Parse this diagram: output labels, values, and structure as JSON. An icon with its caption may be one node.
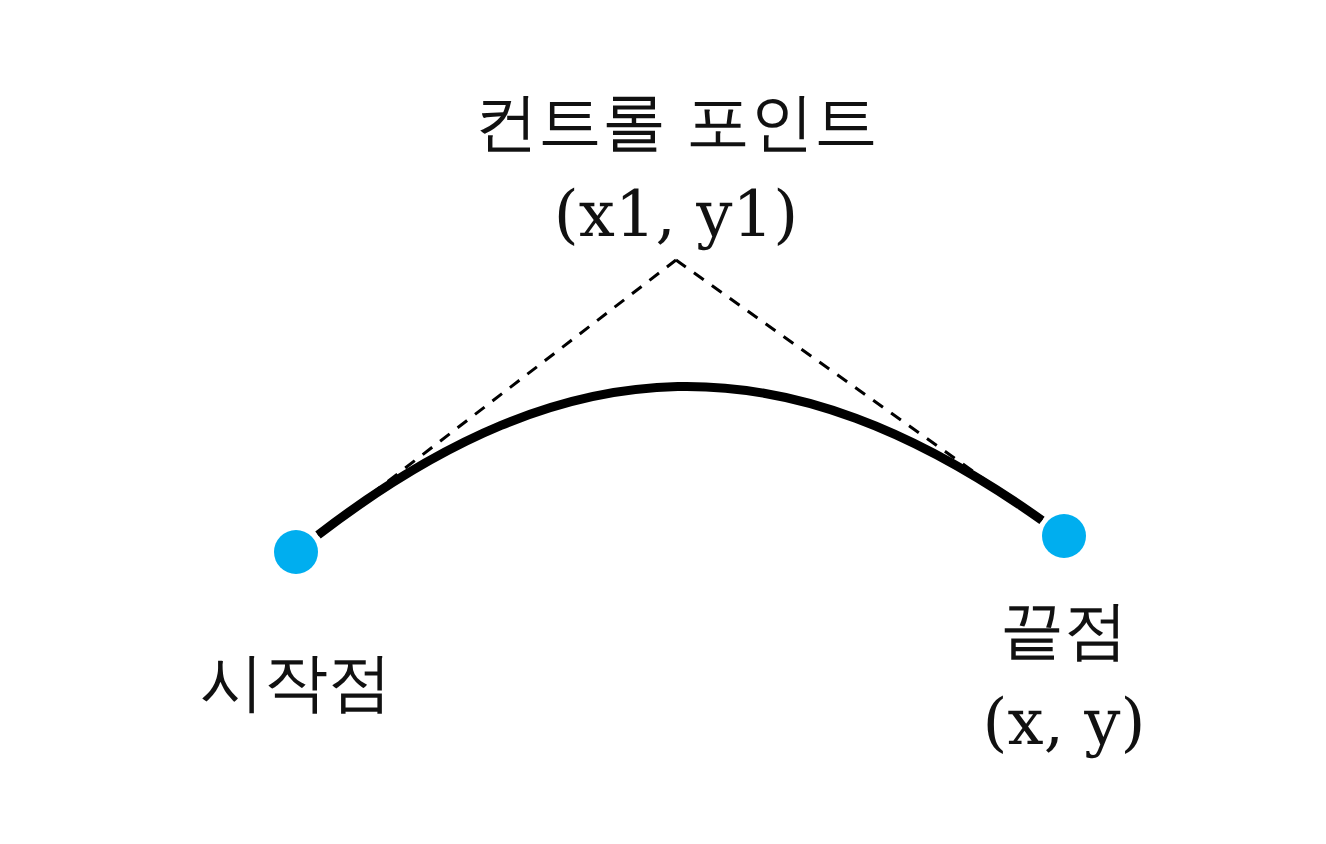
{
  "diagram": {
    "nodes": [
      {
        "text": [],
        "shape": "circle",
        "beside": [
          "시작점"
        ]
      },
      {
        "text": [
          "컨트롤 포인트",
          "(x1, y1)"
        ]
      },
      {
        "text": [],
        "shape": "circle",
        "beside": [
          "끝점",
          "(x, y)"
        ]
      }
    ],
    "edges": [
      {
        "from": 0,
        "to": 2,
        "arrow": "none",
        "style": "thick"
      },
      {
        "from": 0,
        "to": 1,
        "arrow": "none",
        "style": "dashed"
      },
      {
        "from": 1,
        "to": 2,
        "arrow": "none",
        "style": "dashed"
      }
    ]
  }
}
